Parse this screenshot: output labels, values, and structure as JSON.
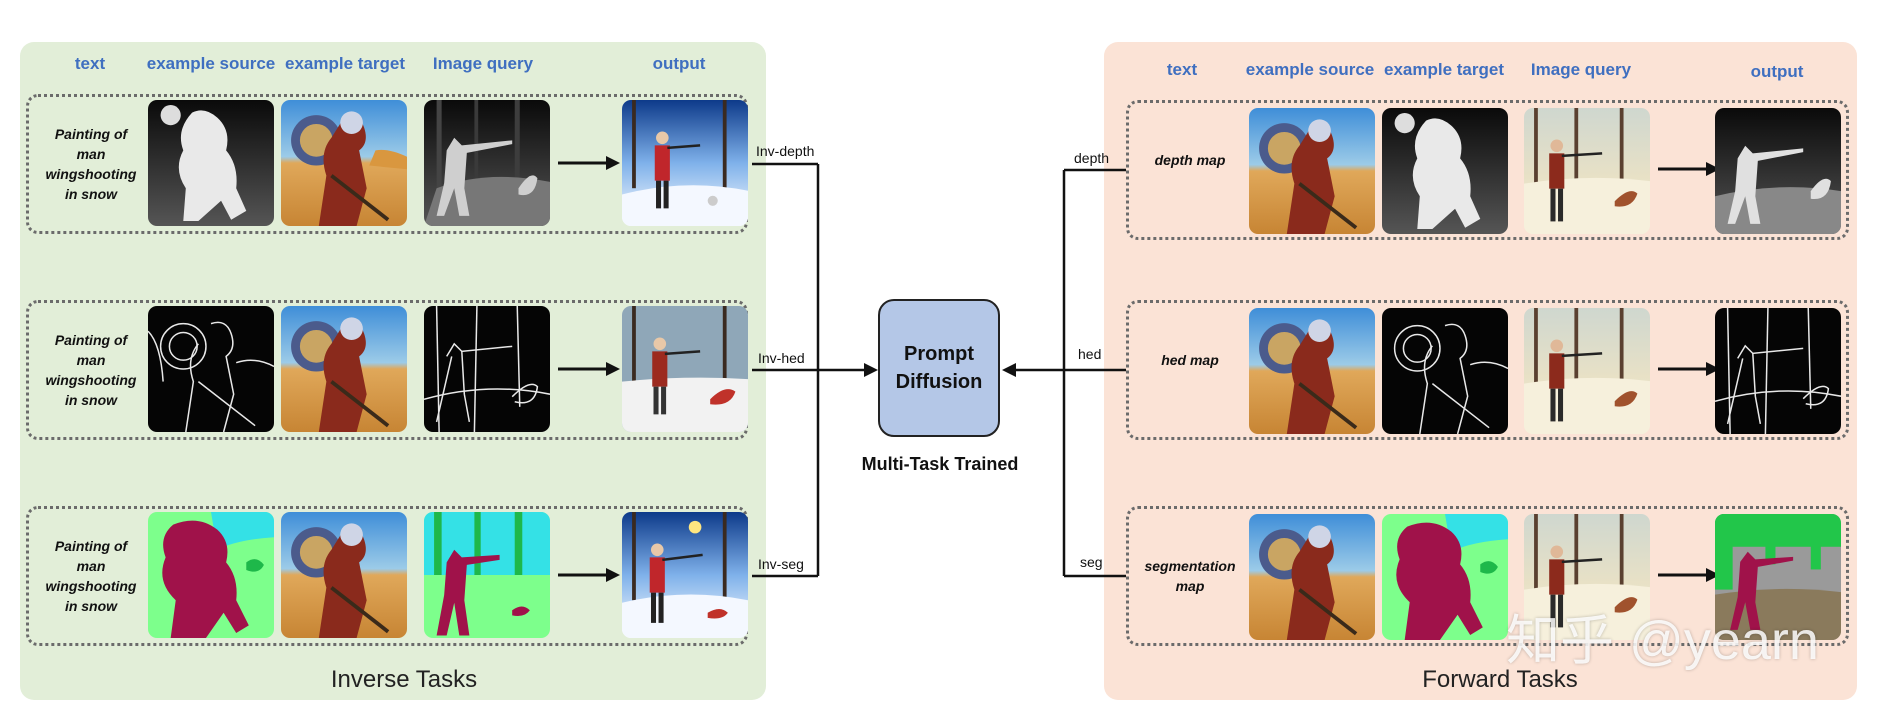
{
  "inverse": {
    "headers": [
      "text",
      "example source",
      "example target",
      "Image query",
      "output"
    ],
    "title": "Inverse Tasks",
    "rows": [
      {
        "text": [
          "Painting of",
          "man",
          "wingshooting",
          "in snow"
        ],
        "label": "Inv-depth",
        "source": "depth"
      },
      {
        "text": [
          "Painting of",
          "man",
          "wingshooting",
          "in snow"
        ],
        "label": "Inv-hed",
        "source": "hed"
      },
      {
        "text": [
          "Painting of",
          "man",
          "wingshooting",
          "in snow"
        ],
        "label": "Inv-seg",
        "source": "seg"
      }
    ]
  },
  "forward": {
    "headers": [
      "text",
      "example source",
      "example target",
      "Image query",
      "output"
    ],
    "title": "Forward Tasks",
    "rows": [
      {
        "text": [
          "depth map"
        ],
        "label": "depth",
        "target": "depth"
      },
      {
        "text": [
          "hed map"
        ],
        "label": "hed",
        "target": "hed"
      },
      {
        "text": [
          "segmentation",
          "map"
        ],
        "label": "seg",
        "target": "seg"
      }
    ]
  },
  "center": {
    "title_line1": "Prompt",
    "title_line2": "Diffusion",
    "caption": "Multi-Task Trained"
  },
  "watermark": "知乎 @yearn",
  "colors": {
    "inverse_panel": "#e2eed8",
    "forward_panel": "#fbe3d6",
    "center_box": "#b4c7e7",
    "header_text": "#3f6fc0",
    "seg_figure": "#a0124a",
    "seg_ground": "#7dff8c",
    "seg_sky": "#34e1e6"
  },
  "icons": [
    "depth-map-image",
    "hed-edge-image",
    "segmentation-image",
    "desert-warrior-painting",
    "snow-hunter-painting"
  ]
}
